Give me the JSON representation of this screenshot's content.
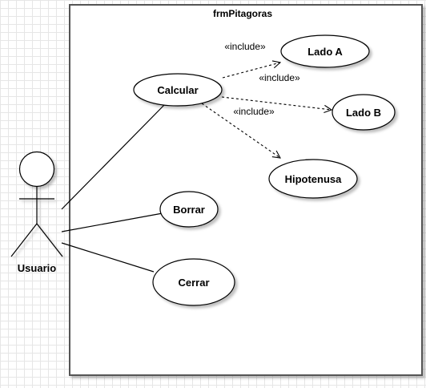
{
  "diagram": {
    "system_name": "frmPitagoras",
    "actor": {
      "name": "Usuario"
    },
    "use_cases": {
      "calcular": "Calcular",
      "lado_a": "Lado A",
      "lado_b": "Lado B",
      "hipotenusa": "Hipotenusa",
      "borrar": "Borrar",
      "cerrar": "Cerrar"
    },
    "include_label": "«include»"
  }
}
